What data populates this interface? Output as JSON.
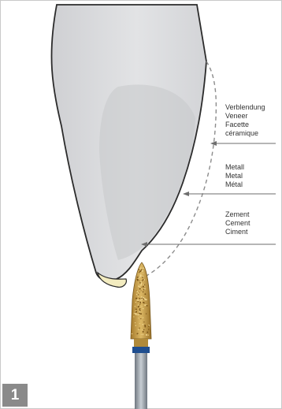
{
  "figure_number": "1",
  "labels": {
    "veneer": [
      "Verblendung",
      "Veneer",
      "Facette",
      "céramique"
    ],
    "metal": [
      "Metall",
      "Metal",
      "Métal"
    ],
    "cement": [
      "Zement",
      "Cement",
      "Ciment"
    ]
  },
  "colors": {
    "crown_fill": "#d8d9db",
    "crown_inner": "#c7c8cb",
    "outline": "#2b2b2b",
    "dashed_line": "#8c8c8c",
    "arrow": "#6e6e6e",
    "enamel_tip": "#f3ecc0",
    "bur_diamond": "#c9a24a",
    "bur_ring": "#1f4e8f",
    "bur_shaft": "#9ca4ad",
    "badge": "#8a8a8a"
  },
  "icons": [
    "diamond-bur-icon"
  ]
}
